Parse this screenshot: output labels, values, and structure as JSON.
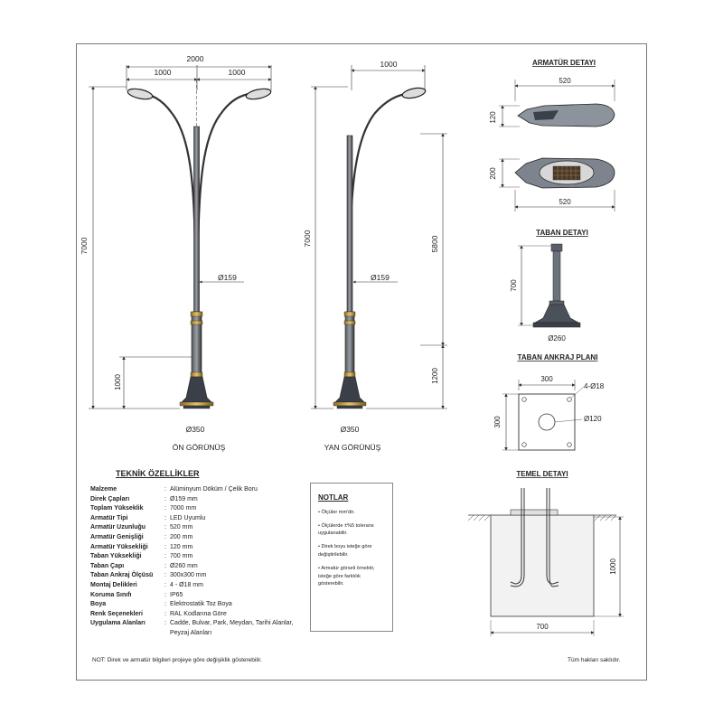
{
  "views": {
    "front": {
      "label": "ÖN GÖRÜNÜŞ",
      "total_width": "2000",
      "left_arm": "1000",
      "right_arm": "1000",
      "height": "7000",
      "pole_diameter": "Ø159",
      "base_height": "1000",
      "base_diameter": "Ø350"
    },
    "side": {
      "label": "YAN GÖRÜNÜŞ",
      "arm": "1000",
      "height": "7000",
      "upper_height": "5800",
      "pole_diameter": "Ø159",
      "lower_height": "1200",
      "base_diameter": "Ø350"
    }
  },
  "fixture_detail": {
    "title": "ARMATÜR DETAYI",
    "length_top": "520",
    "height": "120",
    "width": "200",
    "length_bottom": "520"
  },
  "base_detail": {
    "title": "TABAN DETAYI",
    "height": "700",
    "diameter": "Ø260"
  },
  "anchor_plan": {
    "title": "TABAN ANKRAJ PLANI",
    "width": "300",
    "holes": "4-Ø18",
    "height": "300",
    "center_hole": "Ø120"
  },
  "foundation_detail": {
    "title": "TEMEL DETAYI",
    "depth": "1000",
    "width": "700"
  },
  "specs": {
    "title": "TEKNİK ÖZELLİKLER",
    "rows": [
      {
        "k": "Malzeme",
        "v": "Alüminyum Döküm / Çelik Boru"
      },
      {
        "k": "Direk Çapları",
        "v": "Ø159 mm"
      },
      {
        "k": "Toplam Yükseklik",
        "v": "7000 mm"
      },
      {
        "k": "Armatür Tipi",
        "v": "LED Uyumlu"
      },
      {
        "k": "Armatür Uzunluğu",
        "v": "520 mm"
      },
      {
        "k": "Armatür Genişliği",
        "v": "200 mm"
      },
      {
        "k": "Armatür Yüksekliği",
        "v": "120 mm"
      },
      {
        "k": "Taban Yüksekliği",
        "v": "700 mm"
      },
      {
        "k": "Taban Çapı",
        "v": "Ø260 mm"
      },
      {
        "k": "Taban Ankraj Ölçüsü",
        "v": "300x300 mm"
      },
      {
        "k": "Montaj Delikleri",
        "v": "4 - Ø18 mm"
      },
      {
        "k": "Koruma Sınıfı",
        "v": "IP65"
      },
      {
        "k": "Boya",
        "v": "Elektrostatik Toz Boya"
      },
      {
        "k": "Renk Seçenekleri",
        "v": "RAL Kodlarına Göre"
      },
      {
        "k": "Uygulama Alanları",
        "v": "Cadde, Bulvar, Park, Meydan, Tarihi Alanlar, Peyzaj Alanları"
      }
    ]
  },
  "notes": {
    "title": "NOTLAR",
    "items": [
      "• Ölçüler mm'dir.",
      "• Ölçülerde ±%5 tolerans uygulanabilir.",
      "• Direk boyu isteğe göre değiştirilebilir.",
      "• Armatür görseli örnektir, isteğe göre farklılık gösterebilir."
    ]
  },
  "footer": {
    "left": "NOT: Direk ve armatür bilgileri projeye göre değişiklik gösterebilir.",
    "right": "Tüm hakları saklıdır."
  },
  "colors": {
    "line": "#333333",
    "gold": "#c9a24a",
    "pole_dark": "#2e3440",
    "ground": "#555555",
    "concrete": "#f2f2f2"
  }
}
